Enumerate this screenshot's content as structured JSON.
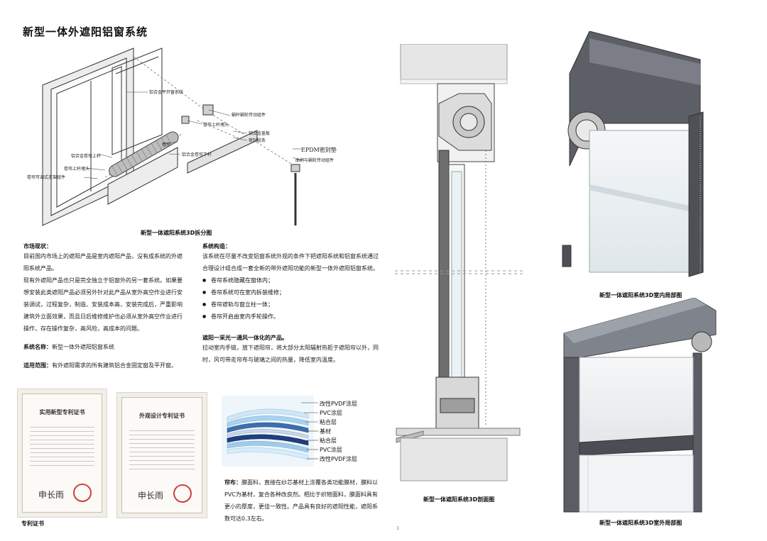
{
  "page": {
    "title": "新型一体外遮阳铝窗系统",
    "page_number": "1"
  },
  "exploded": {
    "caption": "新型一体遮阳系统3D拆分图",
    "labels": [
      "铝合金平开窗系统",
      "蜗杆蜗轮传动组件",
      "卷帘上杆堵头",
      "铝合金盖板",
      "密封胶条",
      "EPDM密封垫",
      "卷帘",
      "铝合金卷帘下杆",
      "铝合金卷帘上杆",
      "卷帘上杆堵头",
      "卷帘可调式支架组件",
      "曲柄与蜗轮传动组件"
    ]
  },
  "market": {
    "heading": "市场现状：",
    "p1": "目前国内市场上的遮阳产品是室内遮阳产品，没有成系统的外遮阳系统产品。",
    "p2": "现有外遮阳产品也只是完全独立于铝窗外的另一套系统。如果要想安装此类遮阳产品必须另外针对此产品从室外高空作业进行安装调试，过程复杂，制造、安装成本高，安装完成后，严重影响建筑外立面效果，而且日后维修维护也必须从室外高空作业进行操作，存在操作复杂，高风险，高成本的问题。"
  },
  "system_name": {
    "heading": "系统名称：",
    "value": "新型一体外遮阳铝窗系统"
  },
  "scope": {
    "heading": "适用范围：",
    "value": "有外遮阳需求的所有建筑铝合金固定窗及平开窗。"
  },
  "structure": {
    "heading": "系统构造：",
    "intro": "该系统在尽量不改变铝窗系统外观的条件下把遮阳系统和铝窗系统通过合理设计组合成一套全新的带外遮阳功能的新型一体外遮阳铝窗系统。",
    "bullets": [
      "卷帘系统隐藏在窗体内；",
      "卷帘系统可在室内拆装维修；",
      "卷帘遮轨与窗立柱一体；",
      "卷帘开启由室内手轮操作。"
    ]
  },
  "integration": {
    "heading": "遮阳一采光一通风一体化的产品。",
    "text": "拉动室内手链，放下遮阳帘，将大部分太阳辐射热拒于遮阳帘以外，同时，风可带走帘布与玻璃之间的热量，降低室内温度。"
  },
  "certificates": {
    "caption": "专利证书",
    "cert1_title": "实用新型专利证书",
    "cert2_title": "外观设计专利证书"
  },
  "fabric": {
    "layers": [
      "改性PVDF涂层",
      "PVC涂层",
      "粘合层",
      "基材",
      "粘合层",
      "PVC涂层",
      "改性PVDF涂层"
    ],
    "heading": "帘布：",
    "text": "膜面料，直接在纱芯基材上涂覆各类功能膜材，膜料以PVC为基材，复合各种改良剂。相比于织物面料，膜面料具有更小的厚度，更佳一致性。产品具有良好的遮阳性能，遮阳系数可达0.3左右。"
  },
  "section": {
    "caption": "新型一体遮阳系统3D剖面图"
  },
  "interior": {
    "caption": "新型一体遮阳系统3D室内局部图"
  },
  "exterior": {
    "caption": "新型一体遮阳系统3D室外局部图"
  }
}
